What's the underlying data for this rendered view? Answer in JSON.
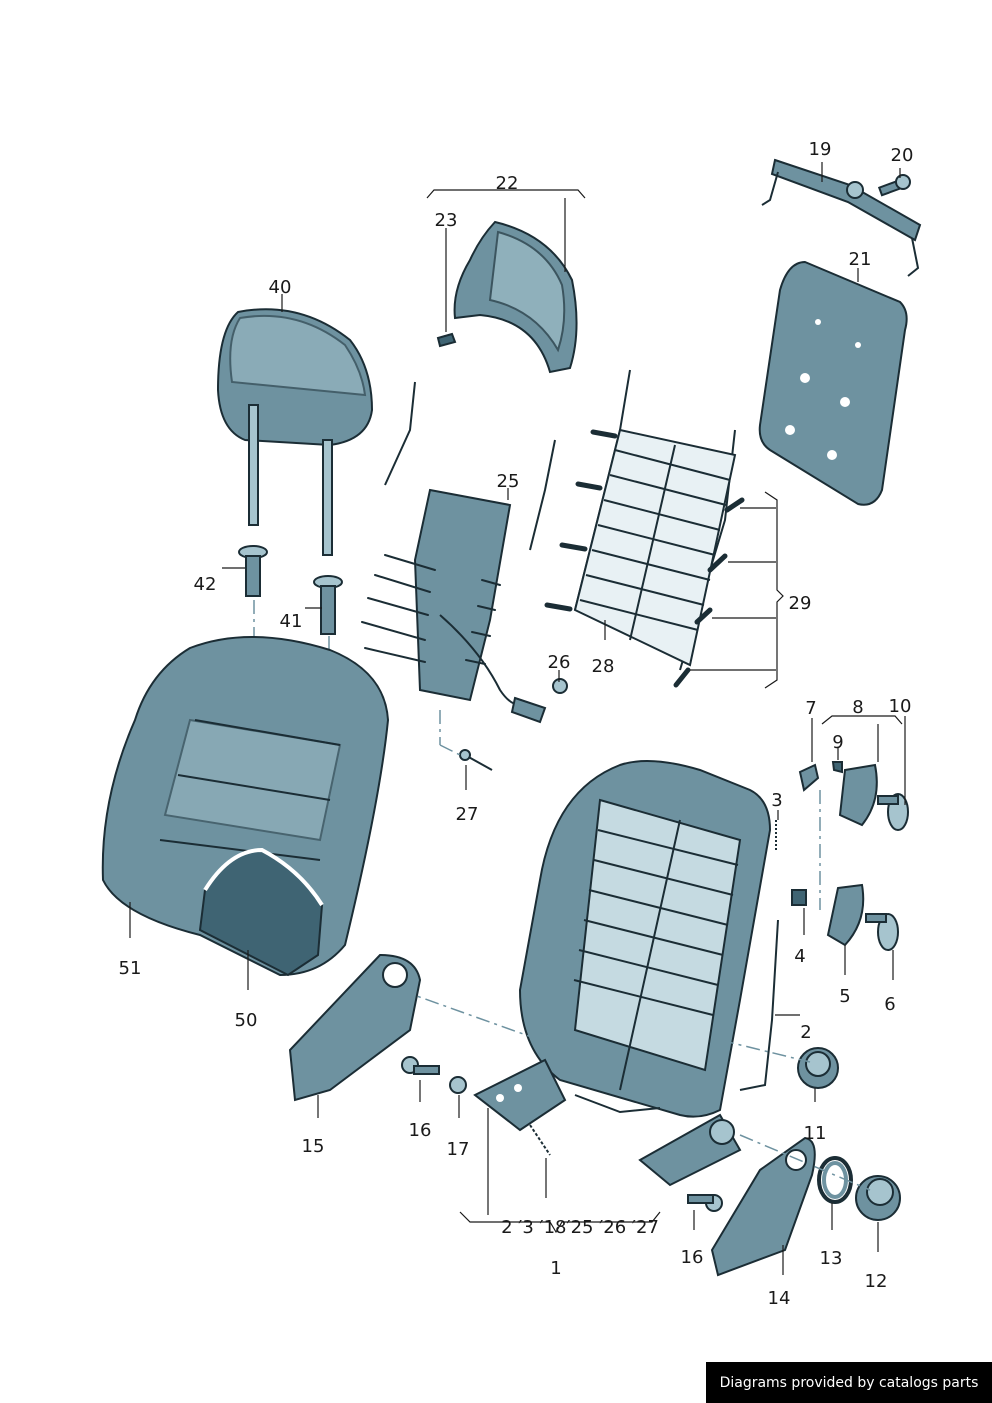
{
  "labels": {
    "p1": "1",
    "p2": "2",
    "p3": "3",
    "p4": "4",
    "p5": "5",
    "p6": "6",
    "p7": "7",
    "p8": "8",
    "p9": "9",
    "p10": "10",
    "p11": "11",
    "p12": "12",
    "p13": "13",
    "p14": "14",
    "p15": "15",
    "p16a": "16",
    "p16b": "16",
    "p17": "17",
    "p19": "19",
    "p20": "20",
    "p21": "21",
    "p22": "22",
    "p23": "23",
    "p25": "25",
    "p26": "26",
    "p27": "27",
    "p28": "28",
    "p29": "29",
    "p40": "40",
    "p41": "41",
    "p42": "42",
    "p50": "50",
    "p51": "51",
    "group1": "2 ′3 ′18′25  ′26  ′27"
  },
  "credit": "Diagrams provided by catalogs parts",
  "colors": {
    "part": "#6e92a0",
    "part_light": "#a6c4ce",
    "part_dark": "#3f6473",
    "outline": "#1b2d35"
  }
}
